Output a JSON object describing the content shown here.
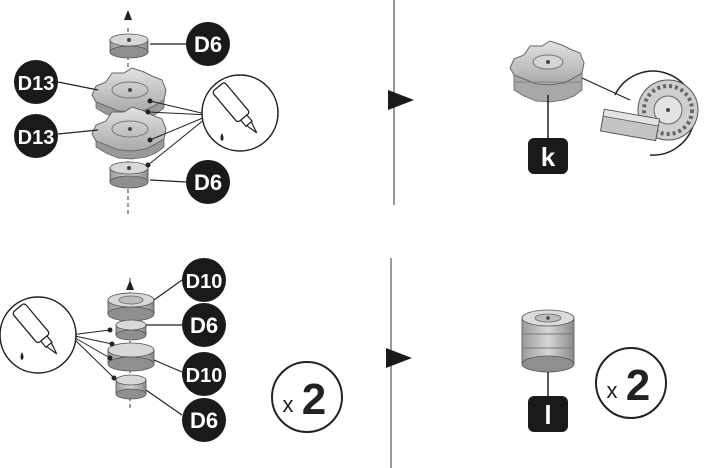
{
  "steps": [
    {
      "parts": [
        {
          "label": "D6"
        },
        {
          "label": "D13"
        },
        {
          "label": "D13"
        },
        {
          "label": "D6"
        }
      ],
      "tool": "glue-bottle-icon",
      "result_label": "k",
      "multiplier": null
    },
    {
      "parts": [
        {
          "label": "D10"
        },
        {
          "label": "D6"
        },
        {
          "label": "D10"
        },
        {
          "label": "D6"
        }
      ],
      "tool": "glue-bottle-icon",
      "result_label": "l",
      "multiplier": {
        "x": "x",
        "count": "2"
      }
    }
  ],
  "result_multiplier": {
    "x": "x",
    "count": "2"
  },
  "colors": {
    "part_fill": "#cfcfcf",
    "part_dark": "#8e8e8e",
    "label_fill": "#1a1a1a",
    "line": "#222222"
  }
}
